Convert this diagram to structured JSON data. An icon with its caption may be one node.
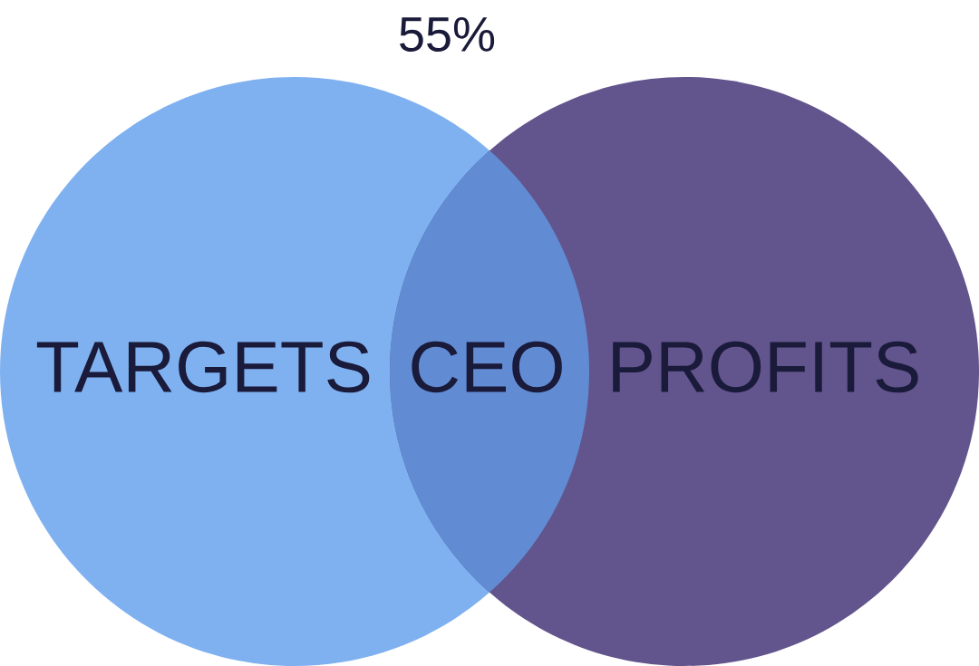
{
  "diagram": {
    "nodes": [
      {
        "text": [
          "TARGETS"
        ]
      },
      {
        "text": [
          "CEO"
        ]
      },
      {
        "text": [
          "PROFITS"
        ]
      }
    ],
    "labels": [
      "55%"
    ]
  }
}
